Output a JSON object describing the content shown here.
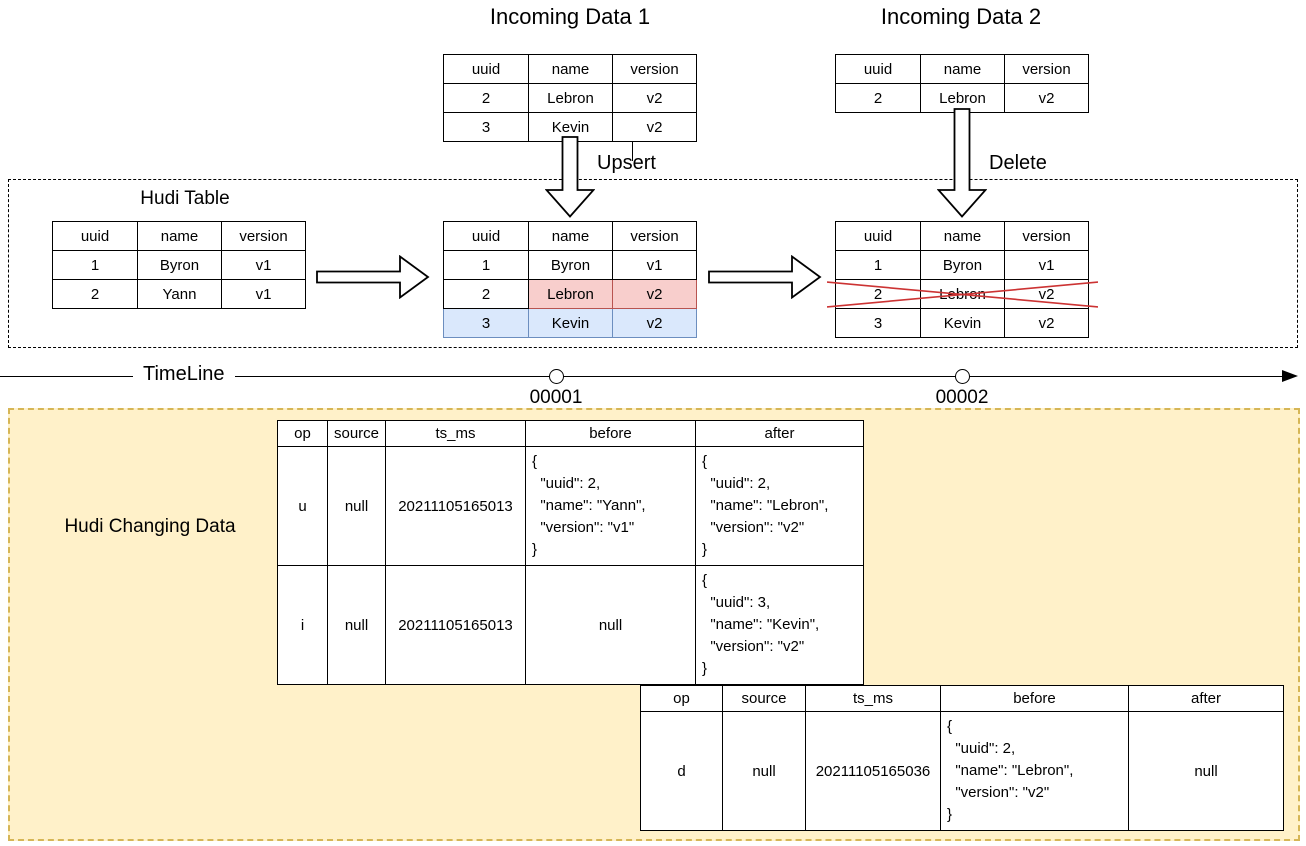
{
  "colors": {
    "updated_fill": "#f8cecc",
    "updated_stroke": "#b85450",
    "inserted_fill": "#dae8fc",
    "inserted_stroke": "#6c8ebf",
    "changing_box_fill": "#fff1c9",
    "changing_box_stroke": "#d6b656",
    "delete_cross": "#cc3333"
  },
  "titles": {
    "incoming1": "Incoming Data 1",
    "incoming2": "Incoming Data 2",
    "hudi_box": "Hudi Table",
    "timeline": "TimeLine",
    "changing_box": "Hudi Changing Data"
  },
  "labels": {
    "upsert": "Upsert",
    "delete": "Delete",
    "commit1": "00001",
    "commit2": "00002"
  },
  "tables": {
    "incoming1": {
      "columns": [
        "uuid",
        "name",
        "version"
      ],
      "rows": [
        {
          "cells": [
            "2",
            "Lebron",
            "v2"
          ]
        },
        {
          "cells": [
            "3",
            "Kevin",
            "v2"
          ]
        }
      ]
    },
    "incoming2": {
      "columns": [
        "uuid",
        "name",
        "version"
      ],
      "rows": [
        {
          "cells": [
            "2",
            "Lebron",
            "v2"
          ]
        }
      ]
    },
    "hudi_initial": {
      "columns": [
        "uuid",
        "name",
        "version"
      ],
      "rows": [
        {
          "cells": [
            "1",
            "Byron",
            "v1"
          ]
        },
        {
          "cells": [
            "2",
            "Yann",
            "v1"
          ]
        }
      ]
    },
    "hudi_after_upsert": {
      "columns": [
        "uuid",
        "name",
        "version"
      ],
      "rows": [
        {
          "cells": [
            "1",
            "Byron",
            "v1"
          ]
        },
        {
          "cells": [
            "2",
            "Lebron",
            "v2"
          ],
          "cell_states": [
            "",
            "updated",
            "updated"
          ]
        },
        {
          "cells": [
            "3",
            "Kevin",
            "v2"
          ],
          "row_state": "inserted"
        }
      ]
    },
    "hudi_after_delete": {
      "columns": [
        "uuid",
        "name",
        "version"
      ],
      "rows": [
        {
          "cells": [
            "1",
            "Byron",
            "v1"
          ]
        },
        {
          "cells": [
            "2",
            "Lebron",
            "v2"
          ],
          "row_state": "deleted"
        },
        {
          "cells": [
            "3",
            "Kevin",
            "v2"
          ]
        }
      ]
    },
    "cdc1": {
      "columns": [
        "op",
        "source",
        "ts_ms",
        "before",
        "after"
      ],
      "rows": [
        {
          "cells": [
            "u",
            "null",
            "20211105165013",
            "{\n  \"uuid\": 2,\n  \"name\": \"Yann\",\n  \"version\": \"v1\"\n}",
            "{\n  \"uuid\": 2,\n  \"name\": \"Lebron\",\n  \"version\": \"v2\"\n}"
          ]
        },
        {
          "cells": [
            "i",
            "null",
            "20211105165013",
            "null",
            "{\n  \"uuid\": 3,\n  \"name\": \"Kevin\",\n  \"version\": \"v2\"\n}"
          ]
        }
      ]
    },
    "cdc2": {
      "columns": [
        "op",
        "source",
        "ts_ms",
        "before",
        "after"
      ],
      "rows": [
        {
          "cells": [
            "d",
            "null",
            "20211105165036",
            "{\n  \"uuid\": 2,\n  \"name\": \"Lebron\",\n  \"version\": \"v2\"\n}",
            "null"
          ]
        }
      ]
    }
  }
}
